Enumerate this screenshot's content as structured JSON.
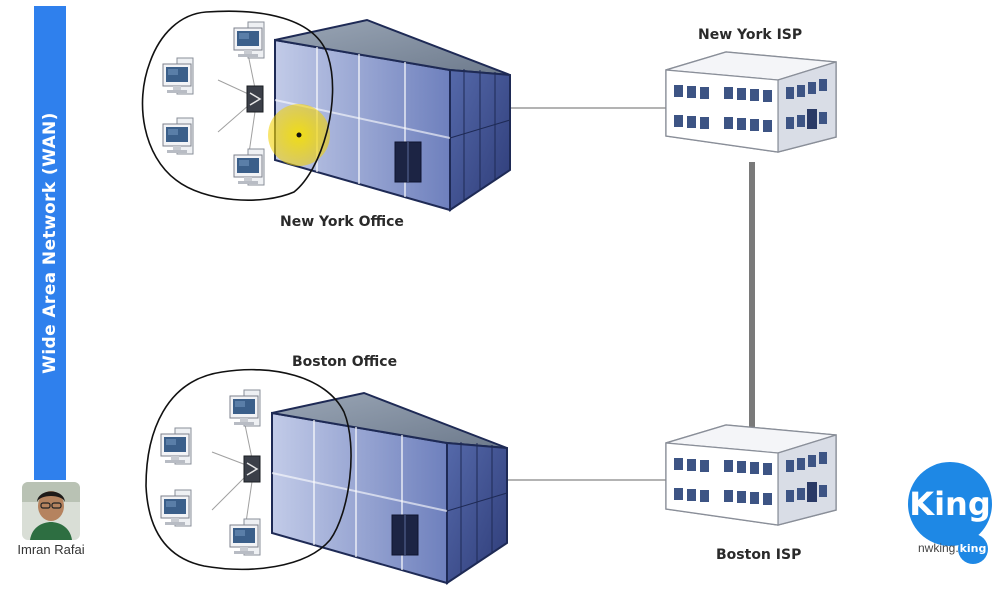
{
  "sidebar": {
    "title": "Wide Area Network (WAN)"
  },
  "sites": {
    "ny_office": "New York Office",
    "boston_office": "Boston Office",
    "ny_isp": "New York ISP",
    "boston_isp": "Boston ISP"
  },
  "presenter": {
    "name": "Imran Rafai",
    "avatar_icon": "presenter-photo"
  },
  "brand": {
    "logo_text": "King",
    "url_text": "nwking.",
    "badge_text": "king"
  },
  "colors": {
    "sidebar": "#2f80ed",
    "building_front": "#3d4f93",
    "building_side": "#7d8fc9",
    "building_roof": "#8795a7",
    "link_line": "#9a9a9a",
    "isp_link": "#7a7a7a",
    "highlight": "#f2d600",
    "brand": "#1e88e5"
  }
}
